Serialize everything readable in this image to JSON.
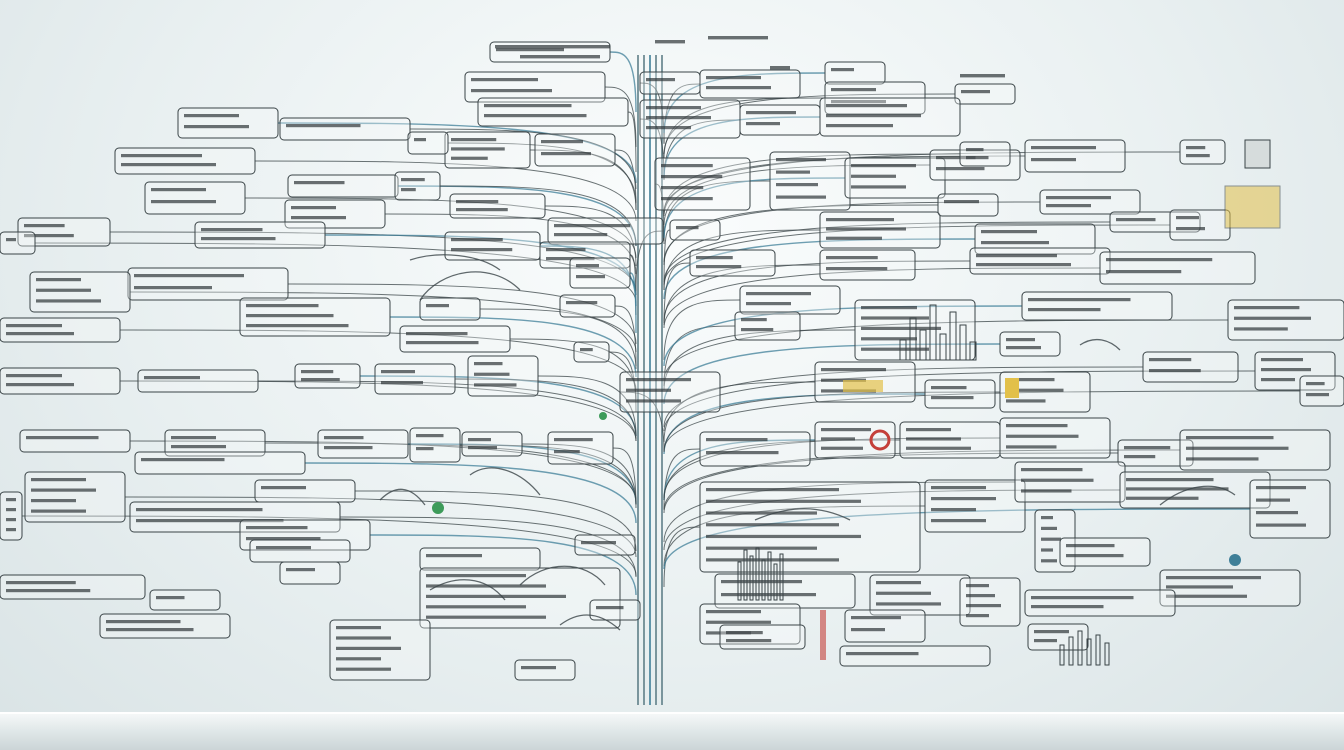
{
  "diagram": {
    "kind": "tree-mind-map",
    "legible_text": "none",
    "colors": {
      "background": "#e9f0f1",
      "trunk": "#5f7f88",
      "accent_line": "#3f7f98",
      "box_stroke": "#3a4447",
      "label_ink": "#2e3538",
      "accent_green": "#3d9b5a",
      "accent_red": "#c4403a",
      "accent_yellow": "#e2c04a"
    },
    "branch_count": 96,
    "trunk_line_count": 5
  }
}
